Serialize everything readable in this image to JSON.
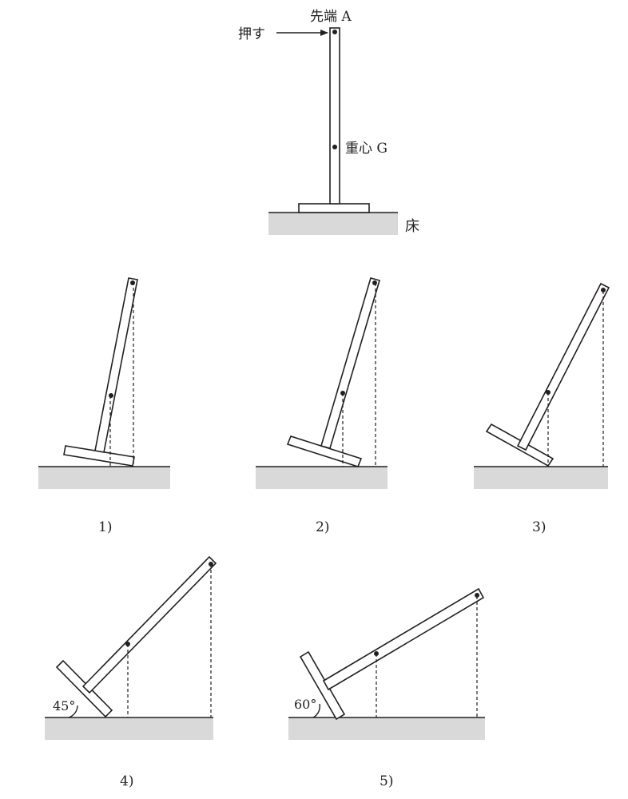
{
  "top_figure": {
    "tip_label": "先端 A",
    "push_label": "押す",
    "cog_label": "重心 G",
    "floor_label": "床"
  },
  "options": [
    {
      "number": "1)"
    },
    {
      "number": "2)"
    },
    {
      "number": "3)"
    },
    {
      "number": "4)",
      "angle_label": "45°"
    },
    {
      "number": "5)",
      "angle_label": "60°"
    }
  ]
}
